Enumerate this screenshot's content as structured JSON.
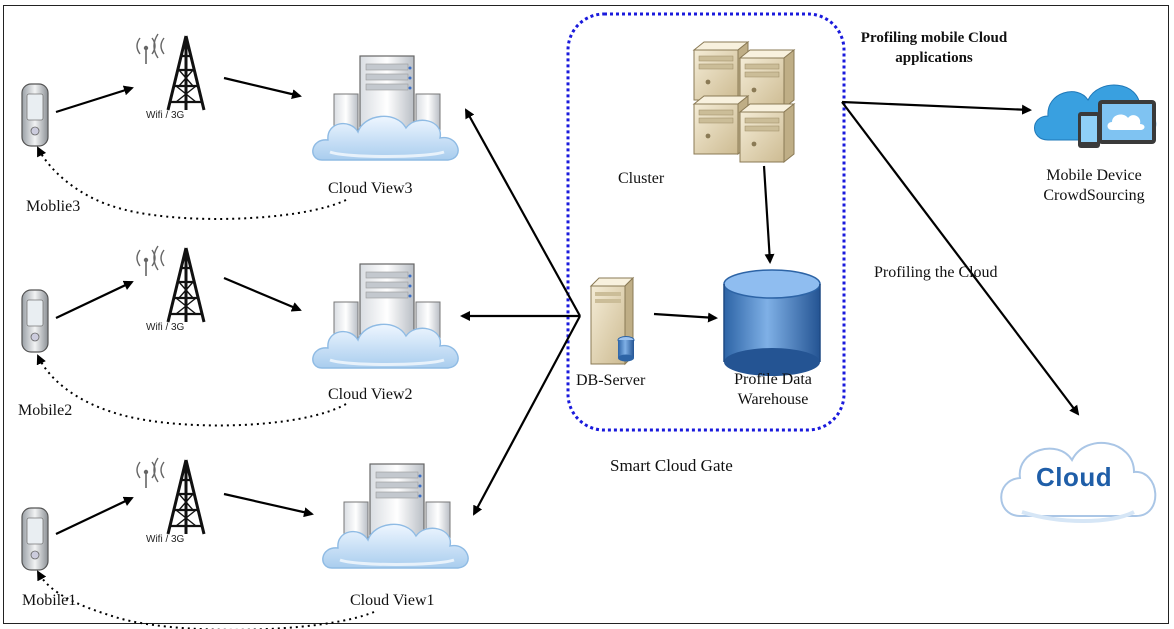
{
  "diagram": {
    "gate": {
      "title": "Smart Cloud Gate",
      "cluster_label": "Cluster",
      "db_server_label": "DB-Server",
      "warehouse_label_line1": "Profile Data",
      "warehouse_label_line2": "Warehouse"
    },
    "mobiles": [
      {
        "label": "Moblie3"
      },
      {
        "label": "Mobile2"
      },
      {
        "label": "Mobile1"
      }
    ],
    "cloud_views": [
      {
        "label": "Cloud View3"
      },
      {
        "label": "Cloud View2"
      },
      {
        "label": "Cloud View1"
      }
    ],
    "wifi_label": "Wifi / 3G",
    "profiling_mobile_line1": "Profiling mobile Cloud",
    "profiling_mobile_line2": "applications",
    "crowd_label_line1": "Mobile Device",
    "crowd_label_line2": "CrowdSourcing",
    "profiling_cloud_label": "Profiling the Cloud",
    "cloud_logo_text": "Cloud",
    "colors": {
      "gate_border": "#1a1adc",
      "cloud_fill": "#cfe6fb",
      "cloud_stroke": "#7fb2e0",
      "server_beige": "#e8dcc0",
      "warehouse_blue": "#4a86c8",
      "cloud_logo_blue": "#1f5ea8"
    },
    "icons": [
      "phone-icon",
      "wifi-tower-icon",
      "server-cloud-icon",
      "cluster-server-icon",
      "db-server-icon",
      "database-icon",
      "devices-cloud-icon",
      "cloud-logo-icon"
    ]
  }
}
